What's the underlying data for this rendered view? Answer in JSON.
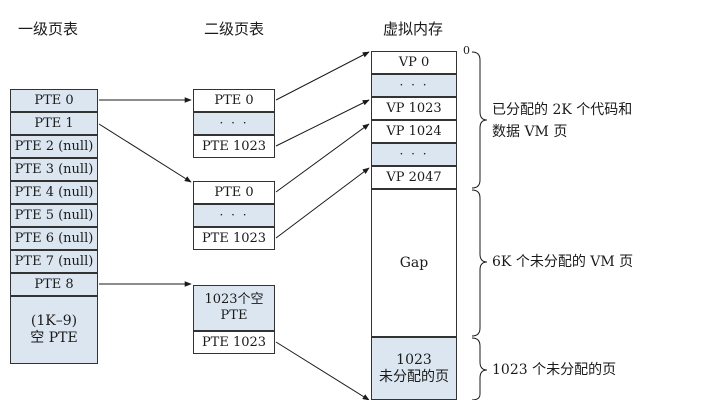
{
  "headers": {
    "level1": "一级页表",
    "level2": "二级页表",
    "vm": "虚拟内存"
  },
  "level1_table": [
    "PTE 0",
    "PTE 1",
    "PTE 2 (null)",
    "PTE 3 (null)",
    "PTE 4 (null)",
    "PTE 5 (null)",
    "PTE 6 (null)",
    "PTE 7 (null)",
    "PTE 8",
    "(1K–9)\n空 PTE"
  ],
  "level2_table_a": [
    "PTE 0",
    "· · ·",
    "PTE 1023"
  ],
  "level2_table_b": [
    "PTE 0",
    "· · ·",
    "PTE 1023"
  ],
  "level2_table_c": [
    "1023个空\nPTE",
    "PTE 1023"
  ],
  "vm_cells": [
    "VP 0",
    "· · ·",
    "VP 1023",
    "VP 1024",
    "· · ·",
    "VP 2047",
    "Gap",
    "1023\n未分配的页"
  ],
  "vm_start_label": "0",
  "annotations": {
    "allocated": "已分配的 2K 个代码和\n数据 VM 页",
    "unallocated": "6K 个未分配的 VM 页",
    "unallocated_1023": "1023 个未分配的页"
  }
}
